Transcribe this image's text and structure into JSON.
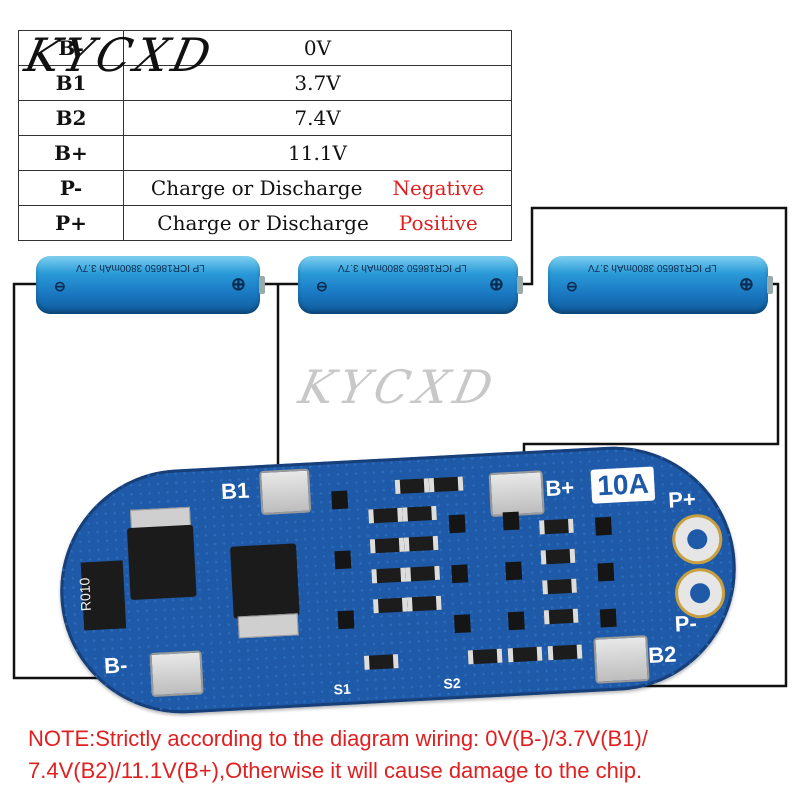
{
  "watermark": "KYCXD",
  "table": {
    "rows": [
      {
        "pin": "B-",
        "value": "0V",
        "polarity": ""
      },
      {
        "pin": "B1",
        "value": "3.7V",
        "polarity": ""
      },
      {
        "pin": "B2",
        "value": "7.4V",
        "polarity": ""
      },
      {
        "pin": "B+",
        "value": "11.1V",
        "polarity": ""
      },
      {
        "pin": "P-",
        "value": "Charge or Discharge",
        "polarity": "Negative"
      },
      {
        "pin": "P+",
        "value": "Charge or Discharge",
        "polarity": "Positive"
      }
    ]
  },
  "battery": {
    "label": "LP ICR18650 3800mAh 3.7V",
    "neg_symbol": "⊖",
    "pos_symbol": "⊕"
  },
  "pcb": {
    "labels": {
      "b1": "B1",
      "b_plus": "B+",
      "b_minus": "B-",
      "b2": "B2",
      "p_plus": "P+",
      "p_minus": "P-",
      "s1": "S1",
      "s2": "S2",
      "current": "10A",
      "resistor": "R010"
    }
  },
  "colors": {
    "board": "#1e5aa8",
    "note": "#e02020",
    "battery": "#1a78c2"
  },
  "note": {
    "line1": "NOTE:Strictly according to the diagram wiring: 0V(B-)/3.7V(B1)/",
    "line2": "7.4V(B2)/11.1V(B+),Otherwise it will cause damage to the chip."
  }
}
